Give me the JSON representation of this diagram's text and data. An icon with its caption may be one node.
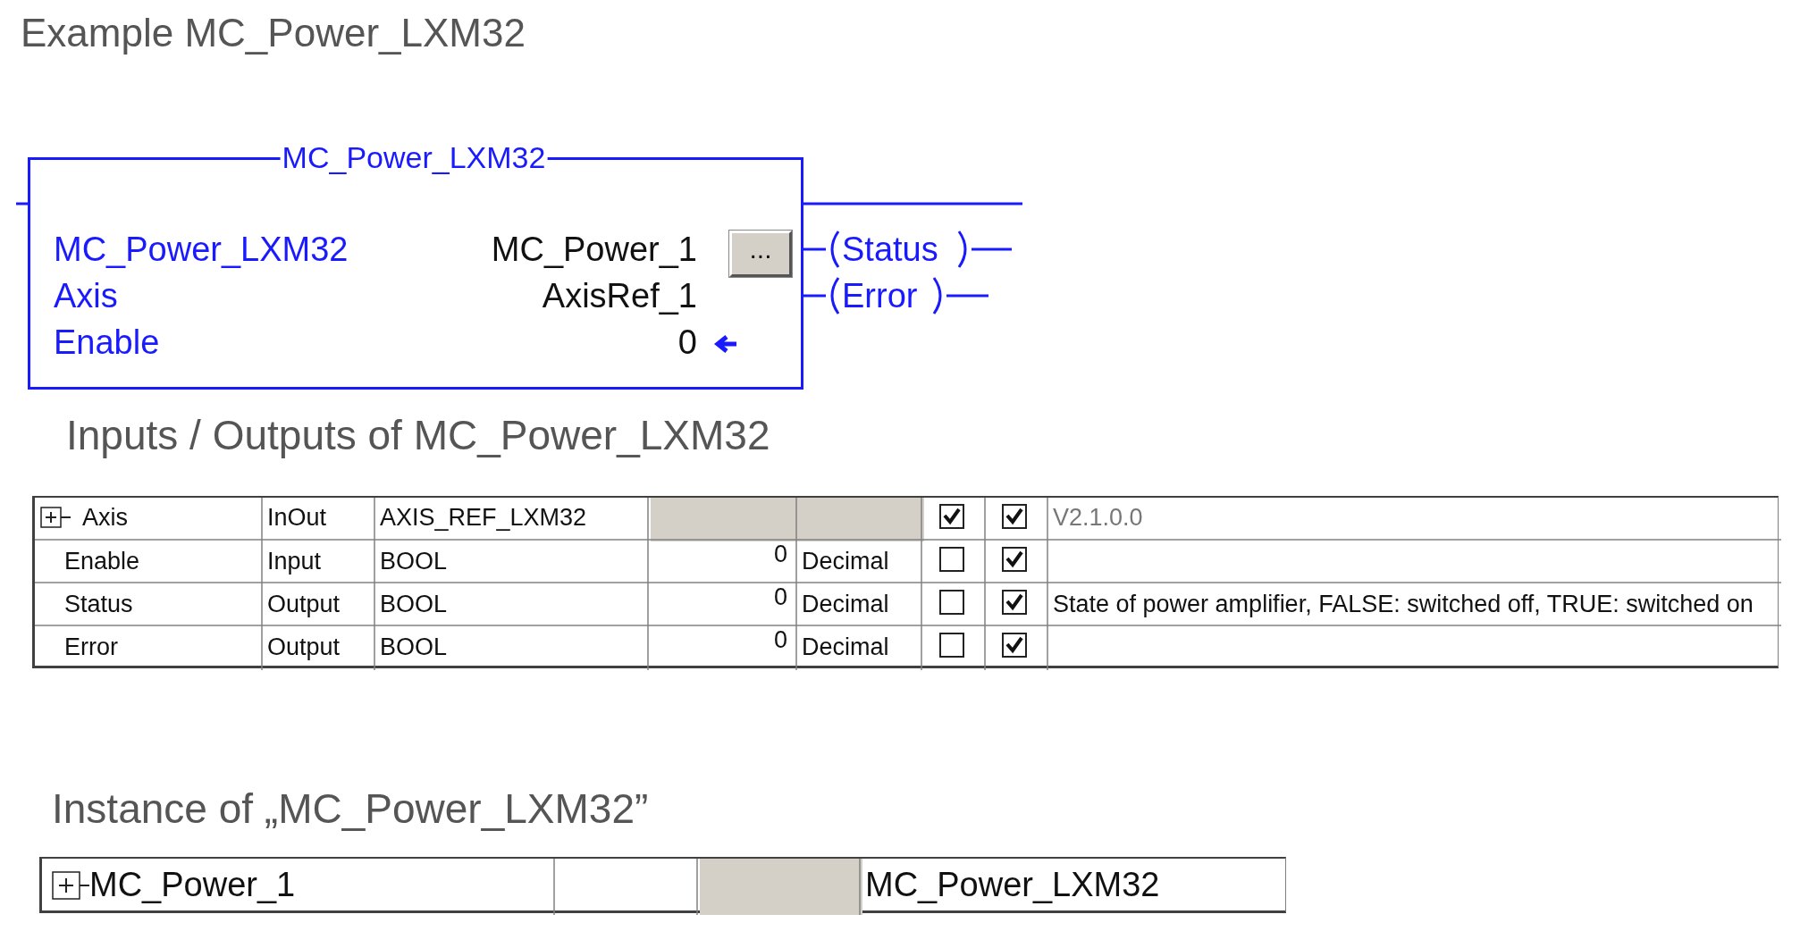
{
  "diagram": {
    "title": "Example MC_Power_LXM32",
    "nodes": [
      {
        "text": [
          "MC_Power_LXM32",
          "MC_Power_LXM32",
          "Axis",
          "Enable",
          "MC_Power_1",
          "AxisRef_1",
          "0"
        ]
      },
      {
        "text": [
          "..."
        ],
        "in": 0
      },
      {
        "text": [
          "Status"
        ]
      },
      {
        "text": [
          "Error"
        ]
      }
    ],
    "edges": [
      {
        "from": null,
        "to": 0,
        "arrow": "none"
      },
      {
        "from": 0,
        "to": null,
        "arrow": "none"
      },
      {
        "from": 0,
        "to": 2,
        "arrow": "none"
      },
      {
        "from": 2,
        "to": null,
        "arrow": "none"
      },
      {
        "from": 0,
        "to": 3,
        "arrow": "none"
      },
      {
        "from": 3,
        "to": null,
        "arrow": "none"
      }
    ],
    "labels": [
      "Inputs / Outputs of MC_Power_LXM32",
      "Axis",
      "InOut",
      "AXIS_REF_LXM32",
      "V2.1.0.0",
      "Enable",
      "Input",
      "BOOL",
      "0",
      "Decimal",
      "Status",
      "Output",
      "BOOL",
      "0",
      "Decimal",
      "State of power amplifier, FALSE: switched off, TRUE: switched on",
      "Error",
      "Output",
      "BOOL",
      "0",
      "Decimal",
      "Instance of „MC_Power_LXM32”",
      "MC_Power_1",
      "MC_Power_LXM32"
    ]
  }
}
